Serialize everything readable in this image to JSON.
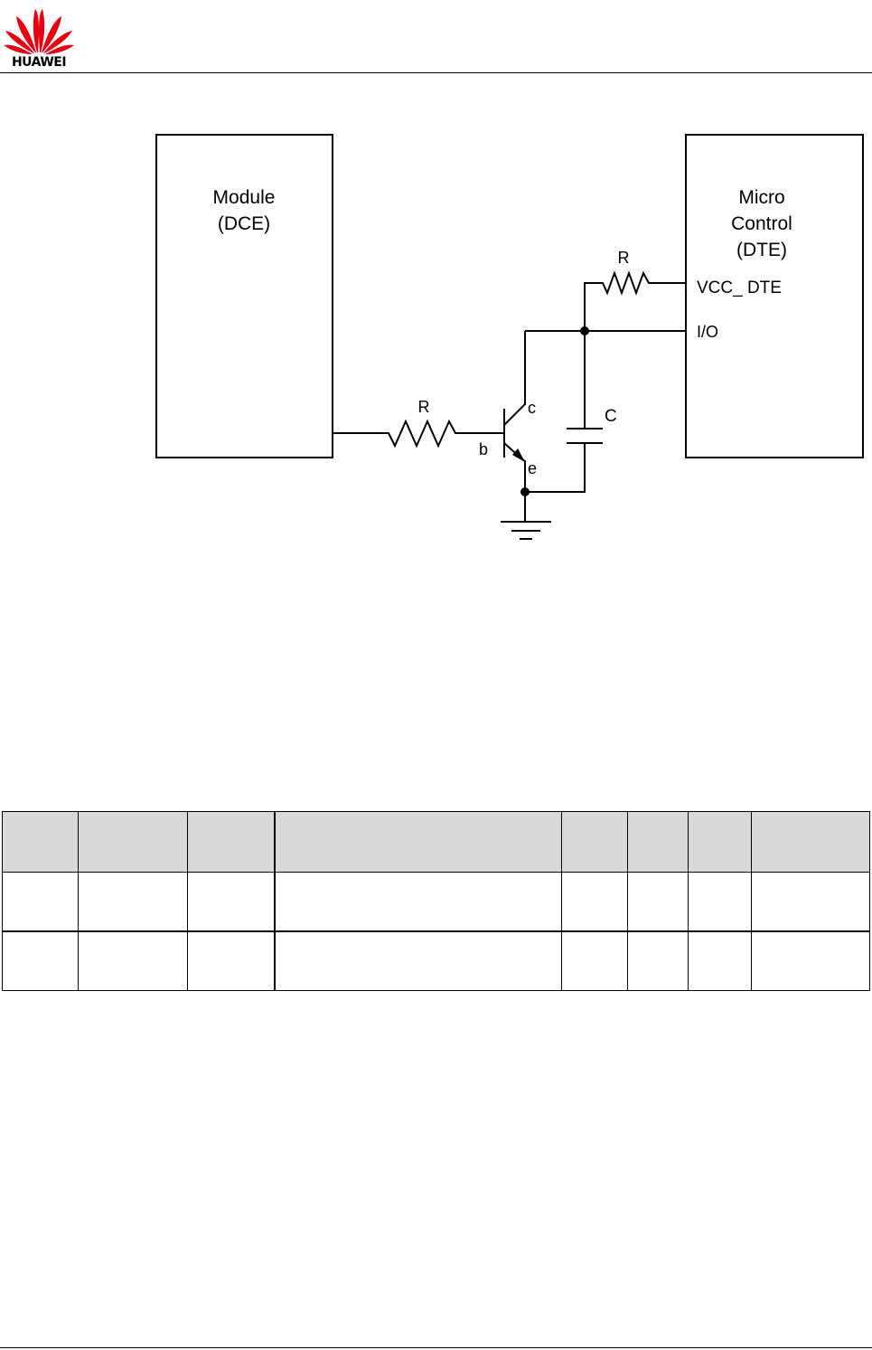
{
  "header": {
    "logo_text": "HUAWEI",
    "brand_color": "#e60012"
  },
  "diagram": {
    "module_block": {
      "line1": "Module",
      "line2": "(DCE)"
    },
    "mcu_block": {
      "line1": "Micro",
      "line2": "Control",
      "line3": "(DTE)"
    },
    "pins": {
      "vcc": "VCC_ DTE",
      "io": "I/O"
    },
    "components": {
      "resistor_base_label": "R",
      "resistor_pullup_label": "R",
      "capacitor_label": "C",
      "transistor_collector": "c",
      "transistor_base": "b",
      "transistor_emitter": "e"
    }
  },
  "table": {
    "headers": [
      "",
      "",
      "",
      "",
      "",
      "",
      "",
      ""
    ],
    "rows": [
      [
        "",
        "",
        "",
        "",
        "",
        "",
        "",
        ""
      ],
      [
        "",
        "",
        "",
        "",
        "",
        "",
        "",
        ""
      ]
    ]
  }
}
